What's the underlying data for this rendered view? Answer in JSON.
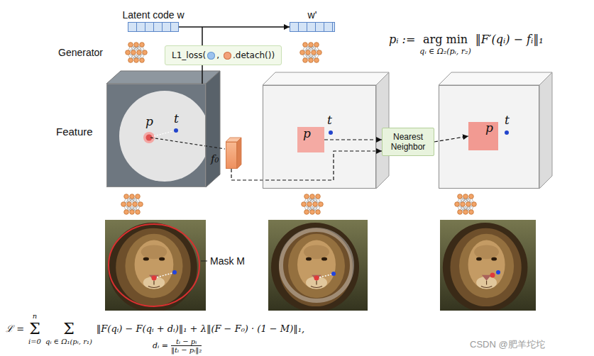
{
  "diagram": {
    "nodes": [
      {
        "text": [
          "Latent code w"
        ]
      },
      {
        "text": [
          "w'"
        ]
      },
      {
        "text": [
          "L1_loss(",
          ",",
          ".detach())"
        ]
      },
      {
        "text": [
          "Feature",
          "p",
          "t"
        ]
      },
      {
        "text": [
          "f₀"
        ]
      },
      {
        "text": [
          "t"
        ]
      },
      {
        "text": [
          "p"
        ],
        "in": 5
      },
      {
        "text": [
          "Nearest Neighbor"
        ]
      },
      {
        "text": [
          "t"
        ]
      },
      {
        "text": [
          "p"
        ],
        "in": 8
      }
    ],
    "edges": [
      {
        "from": 0,
        "to": 1,
        "arrow": "to"
      },
      {
        "from": 3,
        "to": 2,
        "arrow": "none"
      },
      {
        "from": 4,
        "to": 7,
        "arrow": "to"
      },
      {
        "from": 6,
        "to": 7,
        "arrow": "to"
      },
      {
        "from": 7,
        "to": 9,
        "arrow": "to"
      }
    ],
    "labels": [
      "Generator",
      "Mask M",
      "pᵢ :=",
      "arg min",
      "qᵢ ∈ Ω₂(pᵢ, r₂)",
      "‖F′(qᵢ) − fᵢ‖₁",
      "ℒ =",
      "n",
      "Σ",
      "i=0",
      "Σ",
      "qᵢ ∈ Ω₁(pᵢ, r₁)",
      "‖F(qᵢ) − F(qᵢ + dᵢ)‖₁ + λ‖(F − F₀) · (1 − M)‖₁,",
      "dᵢ =",
      "tᵢ − pᵢ",
      "‖tᵢ − pᵢ‖₂",
      "CSDN @肥羊坨坨"
    ]
  }
}
